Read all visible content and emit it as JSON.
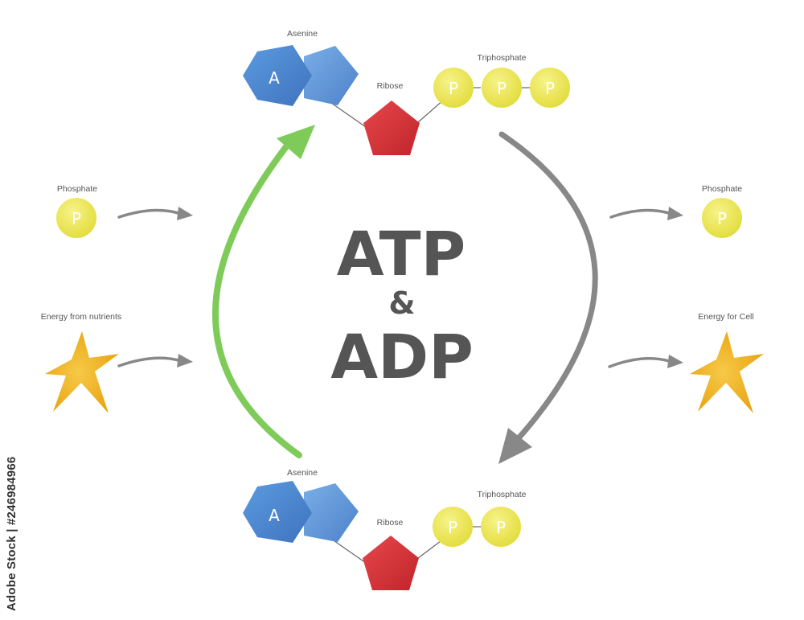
{
  "title": {
    "line1": "ATP",
    "line2": "&",
    "line3": "ADP"
  },
  "atp": {
    "adenine_label": "Asenine",
    "adenine_letter": "A",
    "ribose_label": "Ribose",
    "phosphate_group_label": "Triphosphate",
    "phosphate_letter": "P",
    "phosphate_count": 3
  },
  "adp": {
    "adenine_label": "Asenine",
    "adenine_letter": "A",
    "ribose_label": "Ribose",
    "phosphate_group_label": "Triphosphate",
    "phosphate_letter": "P",
    "phosphate_count": 2
  },
  "left_inputs": {
    "phosphate_label": "Phosphate",
    "phosphate_letter": "P",
    "energy_label": "Energy from nutrients"
  },
  "right_outputs": {
    "phosphate_label": "Phosphate",
    "phosphate_letter": "P",
    "energy_label": "Energy for Cell"
  },
  "watermark": "Adobe Stock | #246984966",
  "colors": {
    "adenine": "#4a86d0",
    "ribose": "#d42f34",
    "phosphate": "#ece74a",
    "energy_star": "#f2b320",
    "synthesis_arrow": "#7ecb5a",
    "hydrolysis_arrow": "#888888",
    "title_text": "#555555"
  }
}
